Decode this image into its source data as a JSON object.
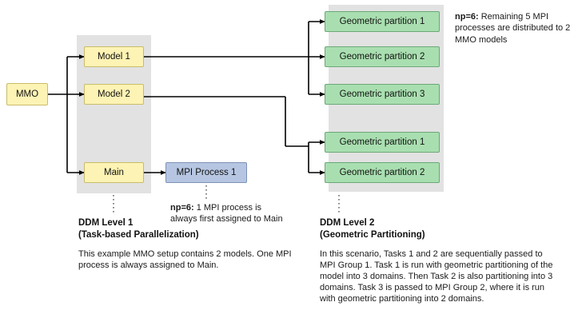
{
  "diagram": {
    "title": "DDM two-level parallelization diagram",
    "colors": {
      "yellow_fill": "#fdf3b4",
      "yellow_border": "#c9bc6a",
      "green_fill": "#a9dfb0",
      "green_border": "#6aa877",
      "blue_fill": "#b6c6e2",
      "blue_border": "#7d92b8",
      "band": "#e2e2e2",
      "line": "#000000",
      "background": "#ffffff"
    }
  },
  "nodes": {
    "mmo": "MMO",
    "model1": "Model 1",
    "model2": "Model 2",
    "main": "Main",
    "mpi_process_1": "MPI Process 1",
    "geo_partition_1a": "Geometric partition 1",
    "geo_partition_2a": "Geometric partition 2",
    "geo_partition_3a": "Geometric partition 3",
    "geo_partition_1b": "Geometric partition 1",
    "geo_partition_2b": "Geometric partition 2"
  },
  "annotations": {
    "np6_top_bold": "np=6:",
    "np6_top_text": " Remaining 5 MPI processes are distributed to 2 MMO models",
    "np6_mid_bold": "np=6:",
    "np6_mid_text": " 1 MPI process is always first assigned to Main"
  },
  "level1": {
    "title_line1": "DDM Level 1",
    "title_line2": "(Task-based Parallelization)",
    "body": "This example MMO setup contains 2 models. One MPI process is always assigned to Main."
  },
  "level2": {
    "title_line1": "DDM Level 2",
    "title_line2": "(Geometric Partitioning)",
    "body": "In this scenario, Tasks 1 and 2 are sequentially passed to MPI Group 1. Task 1 is run with geometric partitioning of the model into 3 domains. Then Task 2 is also partitioning into 3 domains. Task 3 is passed to MPI Group 2, where it is run with geometric partitioning into 2 domains."
  }
}
